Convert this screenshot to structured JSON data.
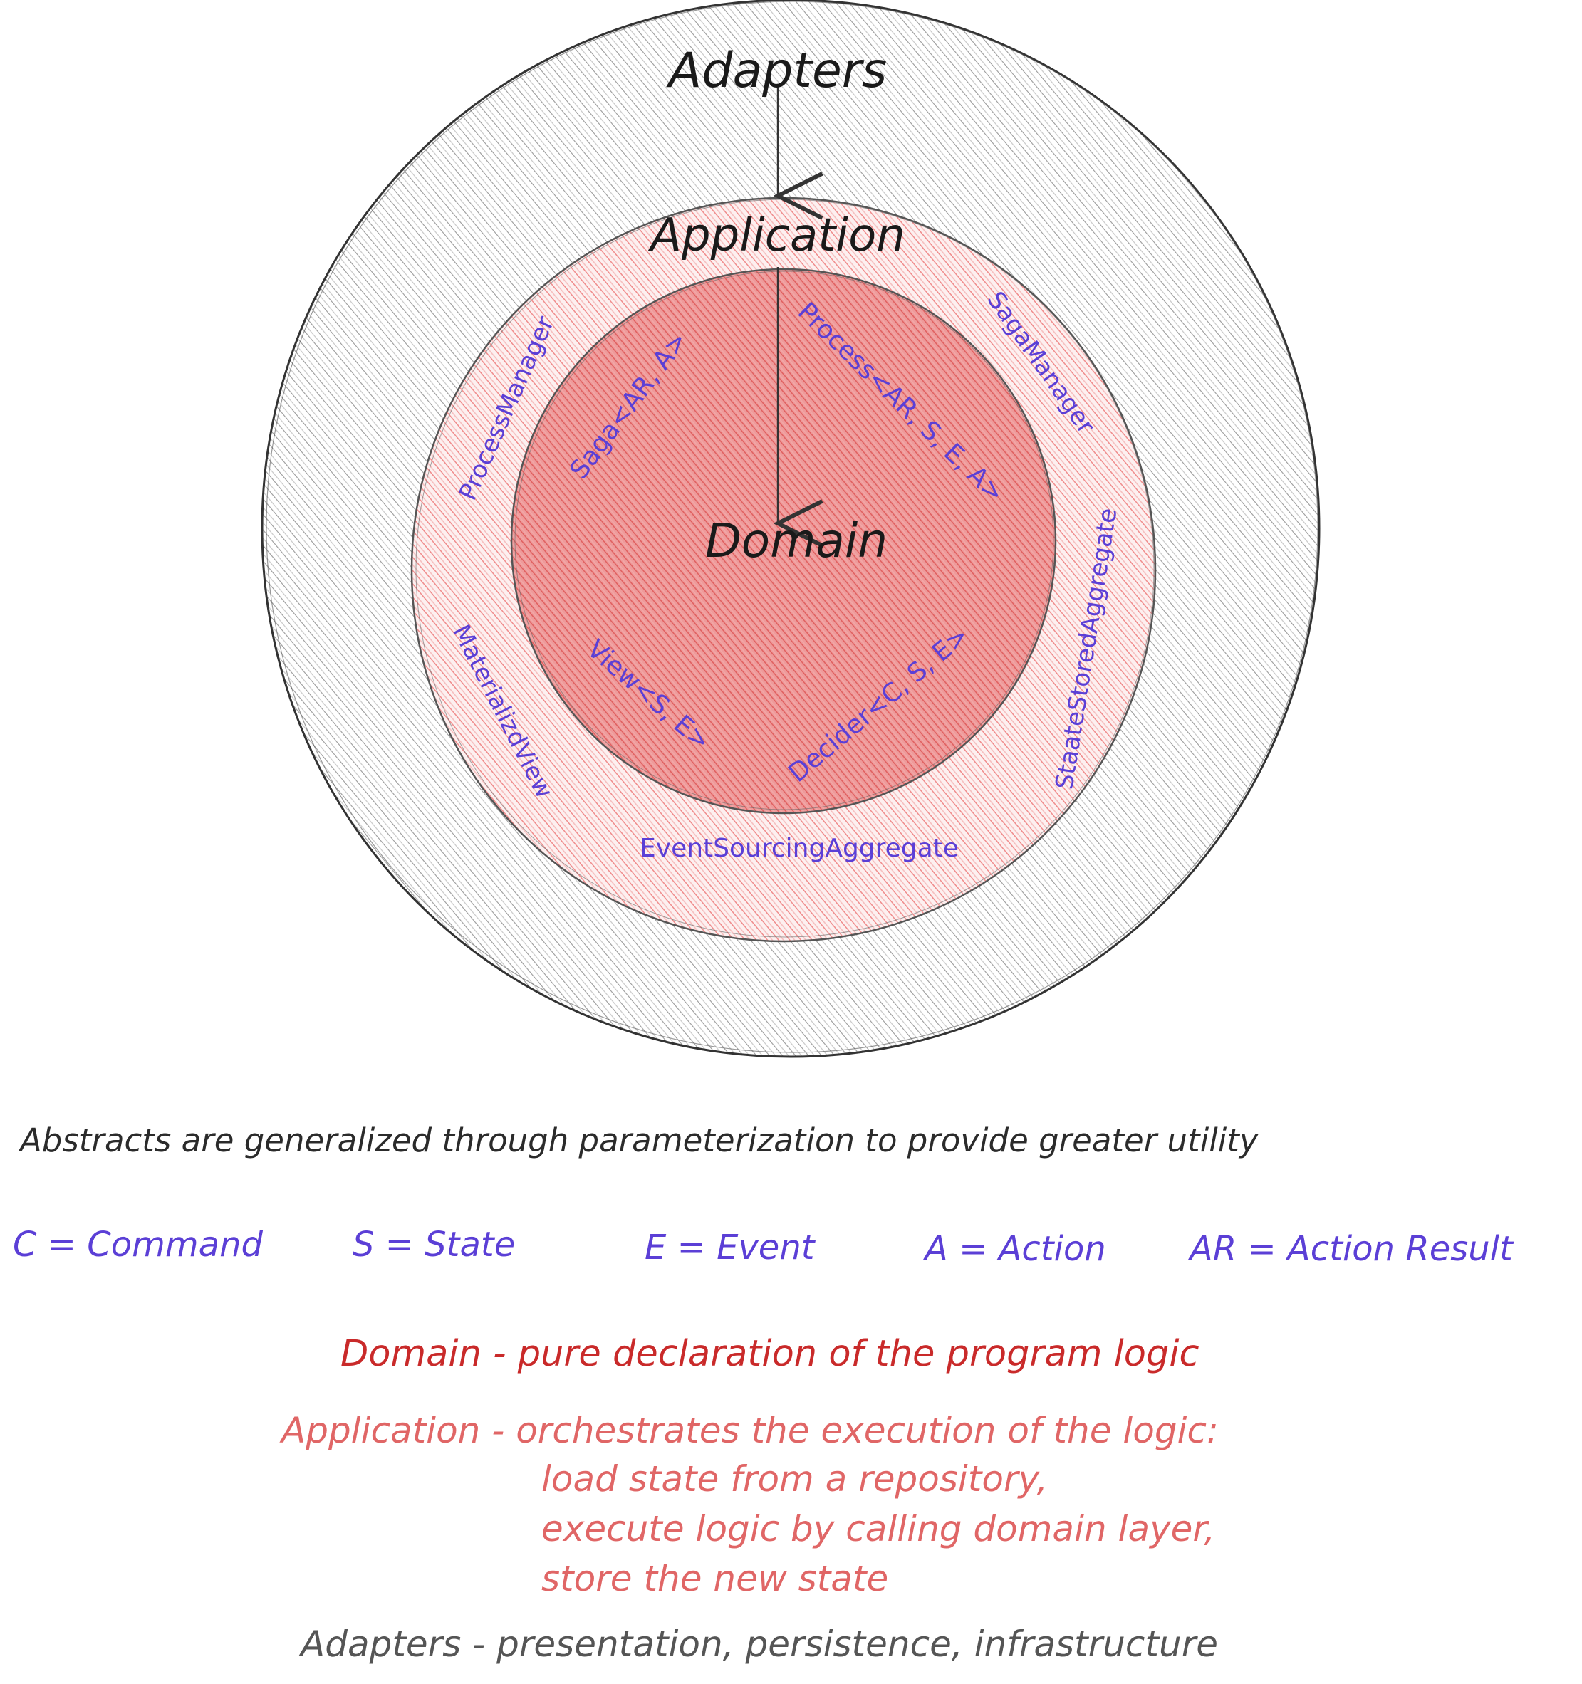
{
  "diagram": {
    "layers": {
      "adapters": "Adapters",
      "application": "Application",
      "domain": "Domain"
    },
    "application_components": {
      "process_manager": "ProcessManager",
      "saga_manager": "SagaManager",
      "materialized_view": "MaterializdView",
      "state_stored_aggregate": "StaateStoredAggregate",
      "event_sourcing_aggregate": "EventSourcingAggregate"
    },
    "domain_components": {
      "saga": "Saga<AR, A>",
      "process": "Process<AR, S, E, A>",
      "view": "View<S, E>",
      "decider": "Decider<C, S, E>"
    },
    "colors": {
      "outer_ring": "#bdbdbd",
      "middle_ring": "#f4a9a9",
      "inner_core": "#e98080",
      "component_text": "#5b3fd6",
      "domain_note": "#c92a2a",
      "application_note": "#e06666",
      "adapters_note": "#555555"
    }
  },
  "notes": {
    "abstracts": "Abstracts are generalized through parameterization to provide greater utility",
    "legend": {
      "c": "C = Command",
      "s": "S = State",
      "e": "E = Event",
      "a": "A = Action",
      "ar": "AR = Action Result"
    },
    "domain_desc": "Domain - pure declaration of the program logic",
    "application_desc": "Application - orchestrates the execution of the logic:",
    "application_steps": [
      "load state from a repository,",
      "execute logic by calling domain layer,",
      "store the new state"
    ],
    "adapters_desc": "Adapters - presentation, persistence, infrastructure"
  }
}
